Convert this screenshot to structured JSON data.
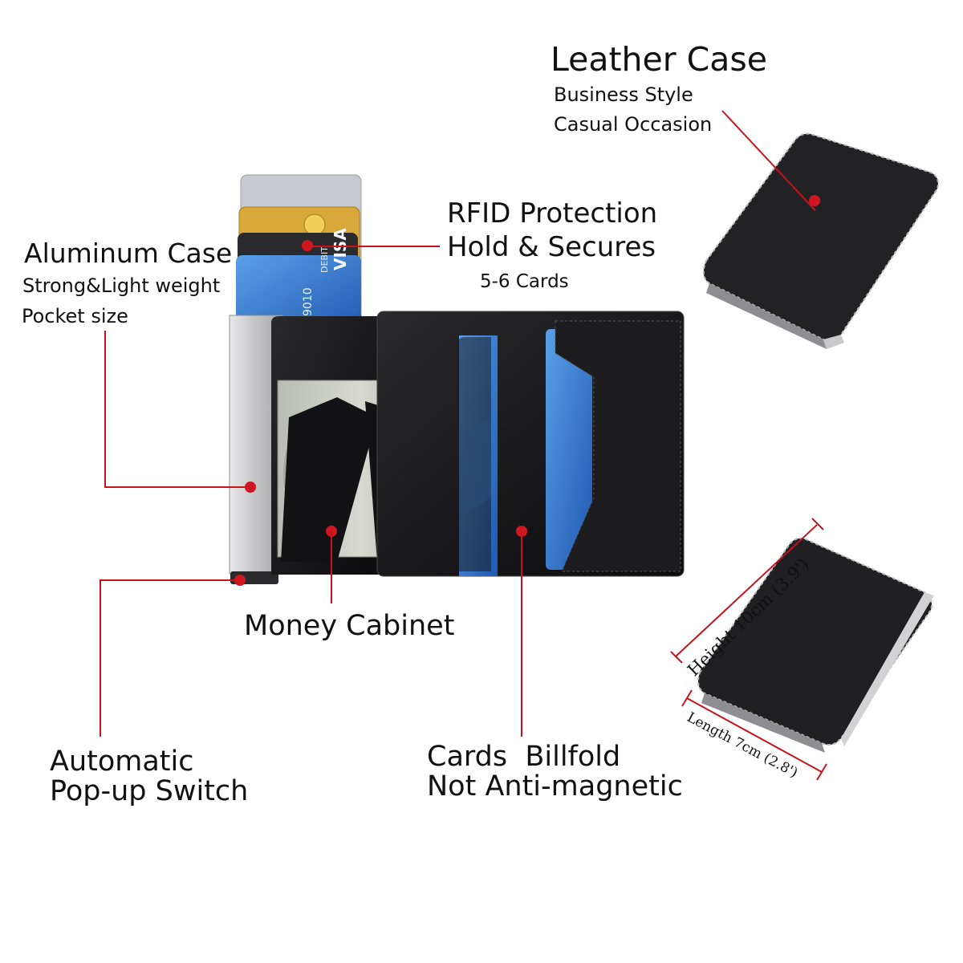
{
  "leather_case": {
    "title": "Leather Case",
    "line1": "Business Style",
    "line2": "Casual Occasion"
  },
  "rfid": {
    "line1": "RFID Protection",
    "line2": "Hold & Secures",
    "line3": "5-6 Cards"
  },
  "aluminum_case": {
    "title": "Aluminum Case",
    "line1": "Strong&Light weight",
    "line2": "Pocket size"
  },
  "money_cabinet": {
    "label": "Money Cabinet"
  },
  "popup_switch": {
    "line1": "Automatic",
    "line2": "Pop-up Switch"
  },
  "cards_billfold": {
    "line1": "Cards  Billfold",
    "line2": "Not Anti-magnetic"
  },
  "dimensions": {
    "height": "Height  10cm (3.9')",
    "length": "Length 7cm (2.8')"
  },
  "card_prints": {
    "visa": "VISA",
    "debit": "DEBIT",
    "card_number": "9010"
  },
  "colors": {
    "leader": "#c8121c",
    "leather": "#1b1b1d",
    "aluminum": "#c9c9cb",
    "card_blue": "#2e6fc4",
    "card_gold": "#d8a93a"
  }
}
